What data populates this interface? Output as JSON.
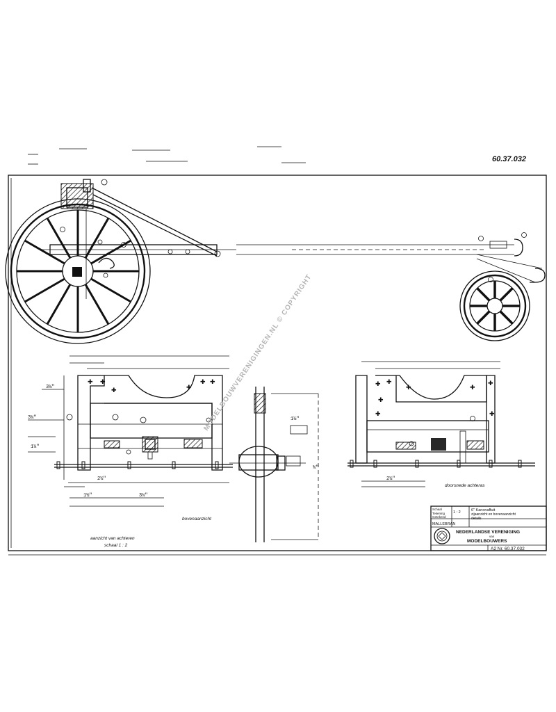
{
  "drawing_number": "60.37.032",
  "title_block": {
    "row_labels": [
      "Schaal",
      "Tekening",
      "Getekend"
    ],
    "scale": "1 : 2",
    "object_name": "6\" Kanonaffuit",
    "object_desc": "zijaanzicht en bovenaanzicht",
    "object_sub": "details",
    "drawn_by": "MALLEBRAN",
    "society_line1": "NEDERLANDSE VERENIGING",
    "society_line2": "van",
    "society_line3": "MODELBOUWERS",
    "sheet_ref": "A2 Nr. 60.37.032"
  },
  "annotations": {
    "bottom_left_1": "aanzicht van achteren",
    "bottom_left_2": "schaal 1 : 2",
    "bottom_center": "bovenaanzicht",
    "bottom_right": "doorsnede achteras"
  },
  "watermark": "MODELBOUWVERENIGINGEN.NL © COPYRIGHT",
  "colors": {
    "ink": "#111111",
    "paper": "#ffffff",
    "watermark": "#b5b5b5"
  }
}
